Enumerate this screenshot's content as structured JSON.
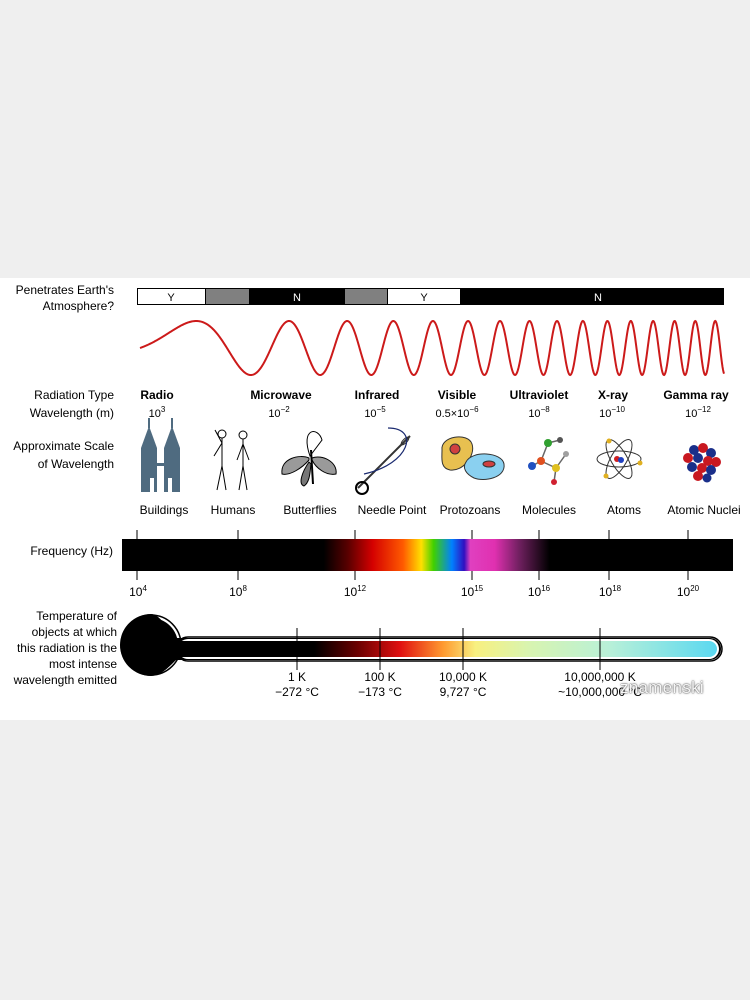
{
  "atmosphere": {
    "label_line1": "Penetrates Earth's",
    "label_line2": "Atmosphere?",
    "segments": [
      "Y",
      "N",
      "Y",
      "N"
    ]
  },
  "row_labels": {
    "radiation_type": "Radiation Type",
    "wavelength": "Wavelength (m)",
    "scale_line1": "Approximate Scale",
    "scale_line2": "of Wavelength",
    "frequency": "Frequency (Hz)",
    "temp_line1": "Temperature of",
    "temp_line2": "objects at which",
    "temp_line3": "this radiation is the",
    "temp_line4": "most intense",
    "temp_line5": "wavelength emitted"
  },
  "radiation_types": [
    {
      "name": "Radio",
      "wl_base": "10",
      "wl_exp": "3"
    },
    {
      "name": "Microwave",
      "wl_base": "10",
      "wl_exp": "−2"
    },
    {
      "name": "Infrared",
      "wl_base": "10",
      "wl_exp": "−5"
    },
    {
      "name": "Visible",
      "wl_base": "0.5×10",
      "wl_exp": "−6"
    },
    {
      "name": "Ultraviolet",
      "wl_base": "10",
      "wl_exp": "−8"
    },
    {
      "name": "X-ray",
      "wl_base": "10",
      "wl_exp": "−10"
    },
    {
      "name": "Gamma ray",
      "wl_base": "10",
      "wl_exp": "−12"
    }
  ],
  "scale_objects": [
    "Buildings",
    "Humans",
    "Butterflies",
    "Needle Point",
    "Protozoans",
    "Molecules",
    "Atoms",
    "Atomic Nuclei"
  ],
  "frequency_ticks": [
    {
      "base": "10",
      "exp": "4"
    },
    {
      "base": "10",
      "exp": "8"
    },
    {
      "base": "10",
      "exp": "12"
    },
    {
      "base": "10",
      "exp": "15"
    },
    {
      "base": "10",
      "exp": "16"
    },
    {
      "base": "10",
      "exp": "18"
    },
    {
      "base": "10",
      "exp": "20"
    }
  ],
  "temperatures": [
    {
      "kelvin": "1 K",
      "celsius": "−272 °C"
    },
    {
      "kelvin": "100 K",
      "celsius": "−173 °C"
    },
    {
      "kelvin": "10,000 K",
      "celsius": "9,727 °C"
    },
    {
      "kelvin": "10,000,000 K",
      "celsius": "~10,000,000 °C"
    }
  ],
  "watermark": "znamenski",
  "colors": {
    "wave": "#cc1a1a",
    "bar_dark": "#000000",
    "bar_gray": "#808080",
    "icon_blue": "#4f6b80"
  }
}
